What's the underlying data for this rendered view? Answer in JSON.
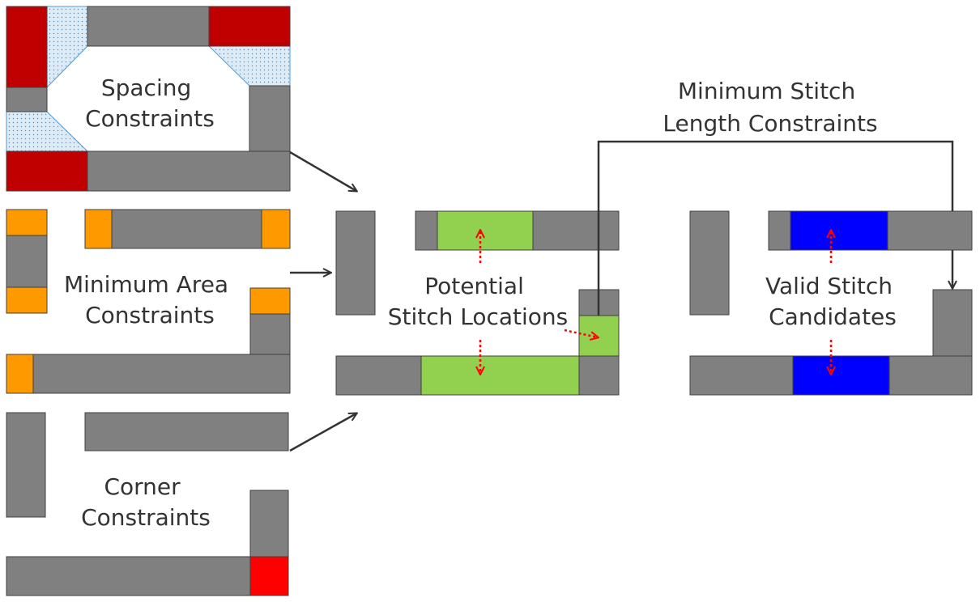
{
  "labels": {
    "spacing": [
      "Spacing",
      "Constraints"
    ],
    "minimum_area": [
      "Minimum Area",
      "Constraints"
    ],
    "corner": [
      "Corner",
      "Constraints"
    ],
    "potential": [
      "Potential",
      "Stitch Locations"
    ],
    "valid": [
      "Valid Stitch",
      "Candidates"
    ],
    "min_stitch_length": [
      "Minimum Stitch",
      "Length Constraints"
    ]
  },
  "colors": {
    "wire": "#808080",
    "spacing_violation": "#C00000",
    "area_violation": "#FF9900",
    "corner_violation": "#FF0000",
    "potential_stitch": "#92D050",
    "valid_stitch": "#0000FF",
    "arrow": "#333333",
    "stitch_arrow": "#FF0000",
    "dotted_fill": "#DDEBF7"
  },
  "icons": {
    "flow_arrow": "arrow-right-icon",
    "stitch_arrow": "dotted-arrow-icon"
  }
}
